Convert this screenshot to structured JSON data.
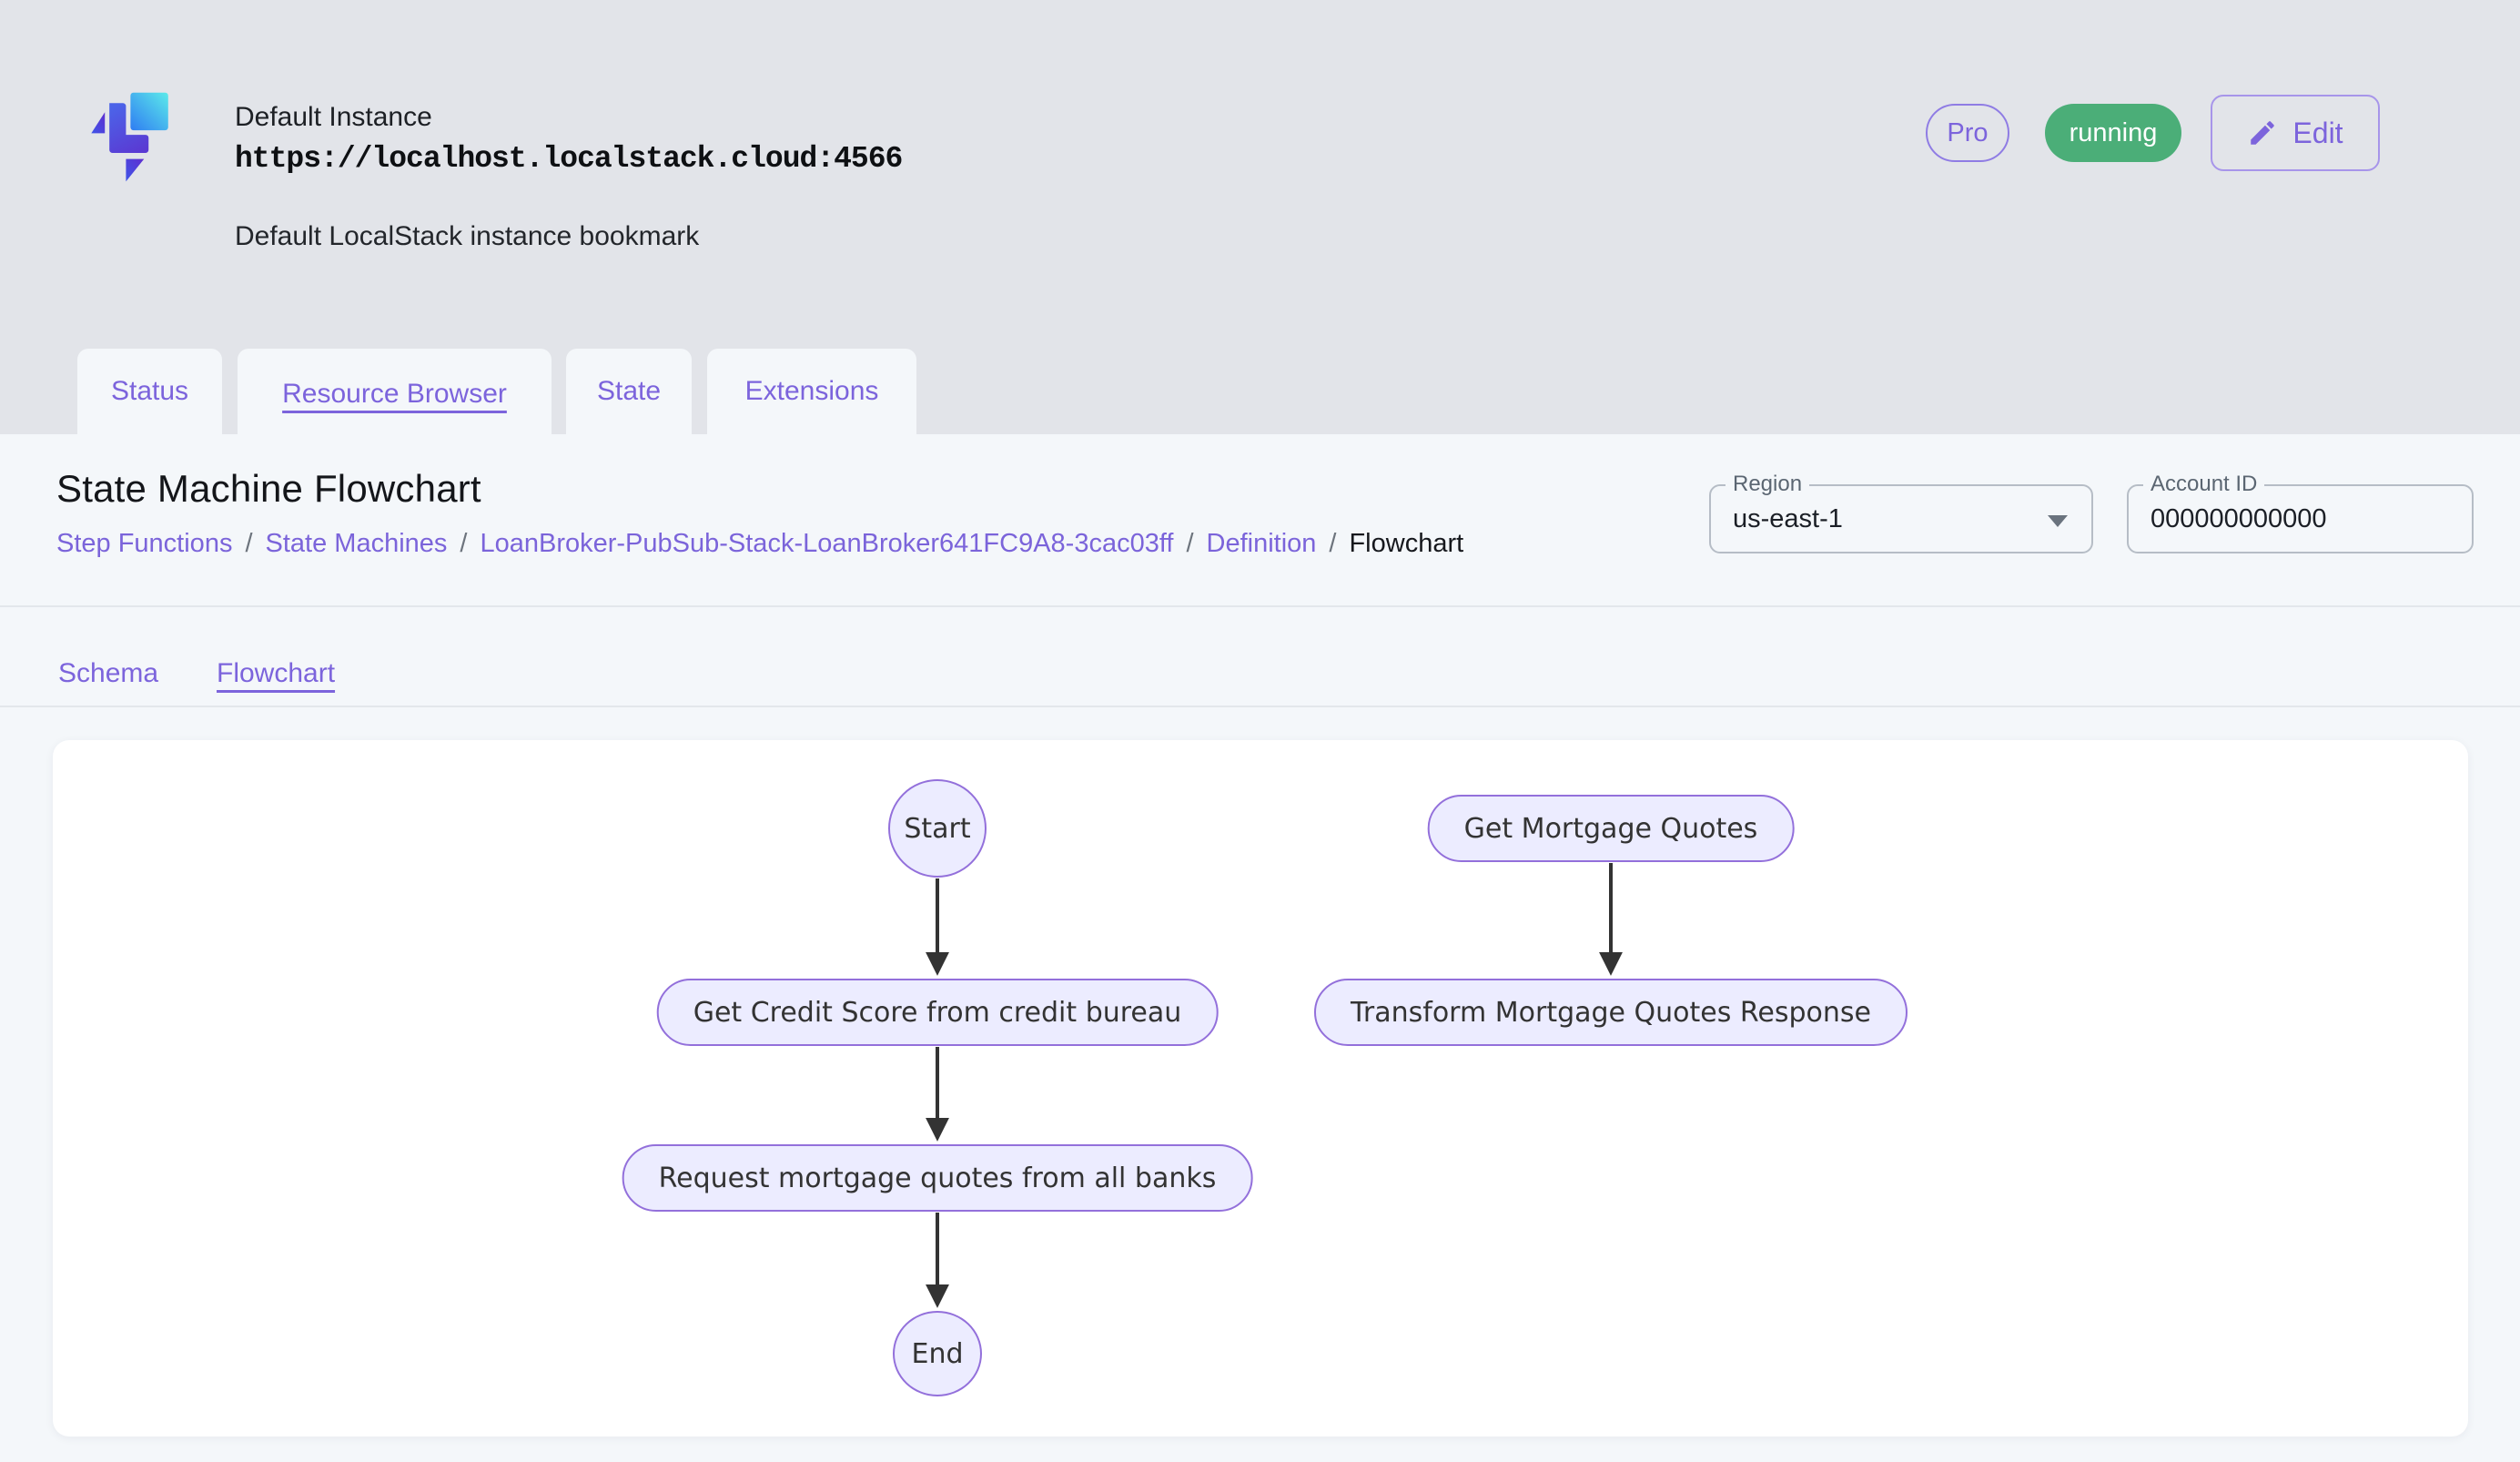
{
  "header": {
    "instance_name": "Default Instance",
    "instance_url": "https://localhost.localstack.cloud:4566",
    "instance_description": "Default LocalStack instance bookmark",
    "pro_badge": "Pro",
    "status_badge": "running",
    "edit_button": "Edit"
  },
  "tabs": [
    {
      "label": "Status",
      "active": false
    },
    {
      "label": "Resource Browser",
      "active": true
    },
    {
      "label": "State",
      "active": false
    },
    {
      "label": "Extensions",
      "active": false
    }
  ],
  "page": {
    "title": "State Machine Flowchart",
    "breadcrumb": [
      {
        "label": "Step Functions"
      },
      {
        "label": "State Machines"
      },
      {
        "label": "LoanBroker-PubSub-Stack-LoanBroker641FC9A8-3cac03ff"
      },
      {
        "label": "Definition"
      },
      {
        "label": "Flowchart"
      }
    ],
    "breadcrumb_separator": "/",
    "region": {
      "label": "Region",
      "value": "us-east-1"
    },
    "account": {
      "label": "Account ID",
      "value": "000000000000"
    }
  },
  "subtabs": [
    {
      "label": "Schema",
      "active": false
    },
    {
      "label": "Flowchart",
      "active": true
    }
  ],
  "flowchart": {
    "nodes": [
      {
        "id": "start",
        "label": "Start",
        "shape": "circle"
      },
      {
        "id": "get-credit-score",
        "label": "Get Credit Score from credit bureau",
        "shape": "pill"
      },
      {
        "id": "request-quotes",
        "label": "Request mortgage quotes from all banks",
        "shape": "pill"
      },
      {
        "id": "end",
        "label": "End",
        "shape": "circle"
      },
      {
        "id": "get-mortgage-quotes",
        "label": "Get Mortgage Quotes",
        "shape": "pill"
      },
      {
        "id": "transform-response",
        "label": "Transform Mortgage Quotes Response",
        "shape": "pill"
      }
    ],
    "edges": [
      {
        "from": "start",
        "to": "get-credit-score"
      },
      {
        "from": "get-credit-score",
        "to": "request-quotes"
      },
      {
        "from": "request-quotes",
        "to": "end"
      },
      {
        "from": "get-mortgage-quotes",
        "to": "transform-response"
      }
    ]
  },
  "colors": {
    "accent_purple": "#7c64dc",
    "status_green": "#4bae78",
    "node_fill": "#ECECFF",
    "node_border": "#9370DB",
    "edge": "#333333",
    "header_bg": "#e2e4e9",
    "content_bg": "#f4f7fa"
  }
}
